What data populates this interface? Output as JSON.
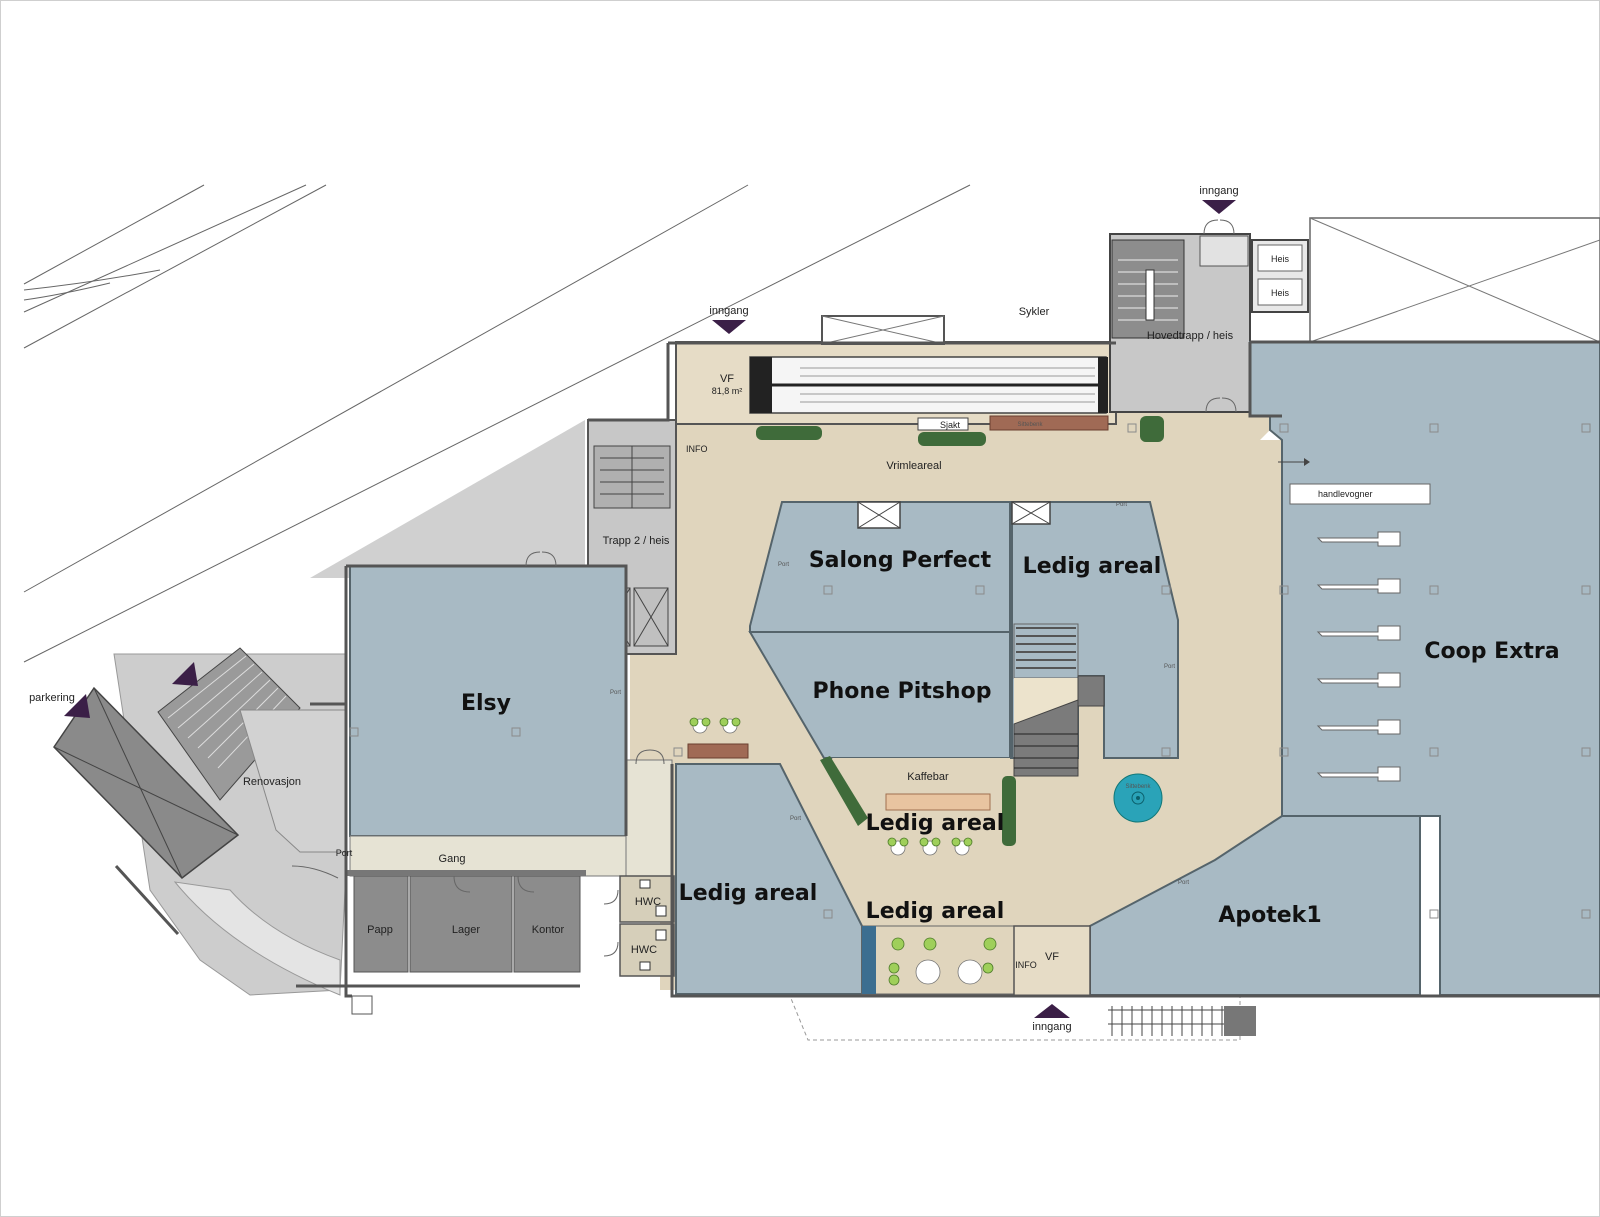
{
  "rooms": {
    "salong": "Salong Perfect",
    "ledig_top": "Ledig areal",
    "phone": "Phone Pitshop",
    "elsy": "Elsy",
    "coop": "Coop Extra",
    "ledig_cafe": "Ledig areal",
    "ledig_left": "Ledig areal",
    "ledig_bottom": "Ledig areal",
    "apotek": "Apotek1"
  },
  "labels": {
    "inngang_top": "inngang",
    "inngang_mid": "inngang",
    "inngang_bottom": "inngang",
    "sykler": "Sykler",
    "hovedtrapp": "Hovedtrapp / heis",
    "heis1": "Heis",
    "heis2": "Heis",
    "vf_top": "VF",
    "vf_area": "81,8 m²",
    "sjakt": "Sjakt",
    "sittebenk_top": "Sittebenk",
    "info_top": "INFO",
    "vrimleareal": "Vrimleareal",
    "handlevogner": "handlevogner",
    "trapp2": "Trapp 2 / heis",
    "kaffebar": "Kaffebar",
    "sittebenk_round": "Sittebenk",
    "renovasjon": "Renovasjon",
    "parkering": "parkering",
    "port_left": "Port",
    "gang": "Gang",
    "papp": "Papp",
    "lager": "Lager",
    "kontor": "Kontor",
    "hwc1": "HWC",
    "hwc2": "HWC",
    "info_bottom": "INFO",
    "vf_bottom": "VF",
    "port_tag": "Port"
  },
  "colors": {
    "store": "#a8bac4",
    "mall_floor": "#e0d5bd",
    "service": "#c6c6c6",
    "entrance_arrow": "#3b1f47",
    "planting": "#3f6b3a",
    "chairs": "#9fcf5a",
    "round_bench": "#2aa3b8"
  }
}
